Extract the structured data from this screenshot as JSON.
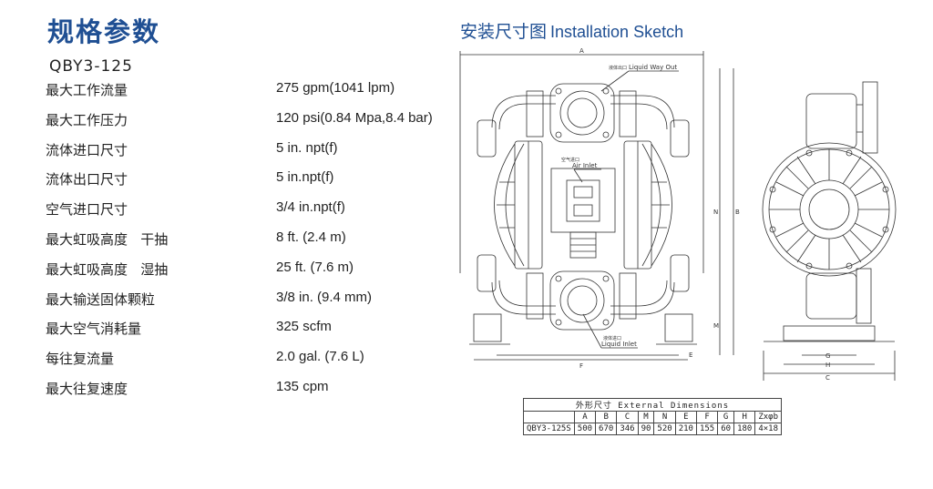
{
  "header": {
    "title": "规格参数",
    "model": "QBY3-125"
  },
  "specs": [
    {
      "label": "最大工作流量",
      "value": "275 gpm(1041 lpm)"
    },
    {
      "label": "最大工作压力",
      "value": "120 psi(0.84 Mpa,8.4 bar)"
    },
    {
      "label": "流体进口尺寸",
      "value": "5 in. npt(f)"
    },
    {
      "label": "流体出口尺寸",
      "value": "5 in.npt(f)"
    },
    {
      "label": "空气进口尺寸",
      "value": "3/4 in.npt(f)"
    },
    {
      "label": "最大虹吸高度   干抽",
      "value": "8 ft. (2.4 m)"
    },
    {
      "label": "最大虹吸高度   湿抽",
      "value": "25 ft. (7.6 m)"
    },
    {
      "label": "最大输送固体颗粒",
      "value": "3/8 in. (9.4 mm)"
    },
    {
      "label": "最大空气消耗量",
      "value": "325 scfm"
    },
    {
      "label": "每往复流量",
      "value": "2.0 gal. (7.6 L)"
    },
    {
      "label": "最大往复速度",
      "value": "135 cpm"
    }
  ],
  "sketch": {
    "title_cn": "安装尺寸图",
    "title_en": "Installation Sketch",
    "callouts": {
      "outlet": "Liquid Way Out",
      "air": "Air Inlet",
      "inlet": "Liquid Inlet",
      "outlet_cn": "液体出口",
      "air_cn": "空气进口",
      "inlet_cn": "液体进口"
    },
    "dim_letters": {
      "a": "A",
      "b": "B",
      "c": "C",
      "m": "M",
      "n": "N",
      "e": "E",
      "f": "F",
      "g": "G",
      "h": "H"
    }
  },
  "dimensions": {
    "caption": "外形尺寸 External Dimensions",
    "headers": [
      "",
      "A",
      "B",
      "C",
      "M",
      "N",
      "E",
      "F",
      "G",
      "H",
      "Zxφb"
    ],
    "rows": [
      [
        "QBY3-125S",
        "500",
        "670",
        "346",
        "90",
        "520",
        "210",
        "155",
        "60",
        "180",
        "4×18"
      ]
    ]
  },
  "colors": {
    "accent": "#1f4f93"
  }
}
